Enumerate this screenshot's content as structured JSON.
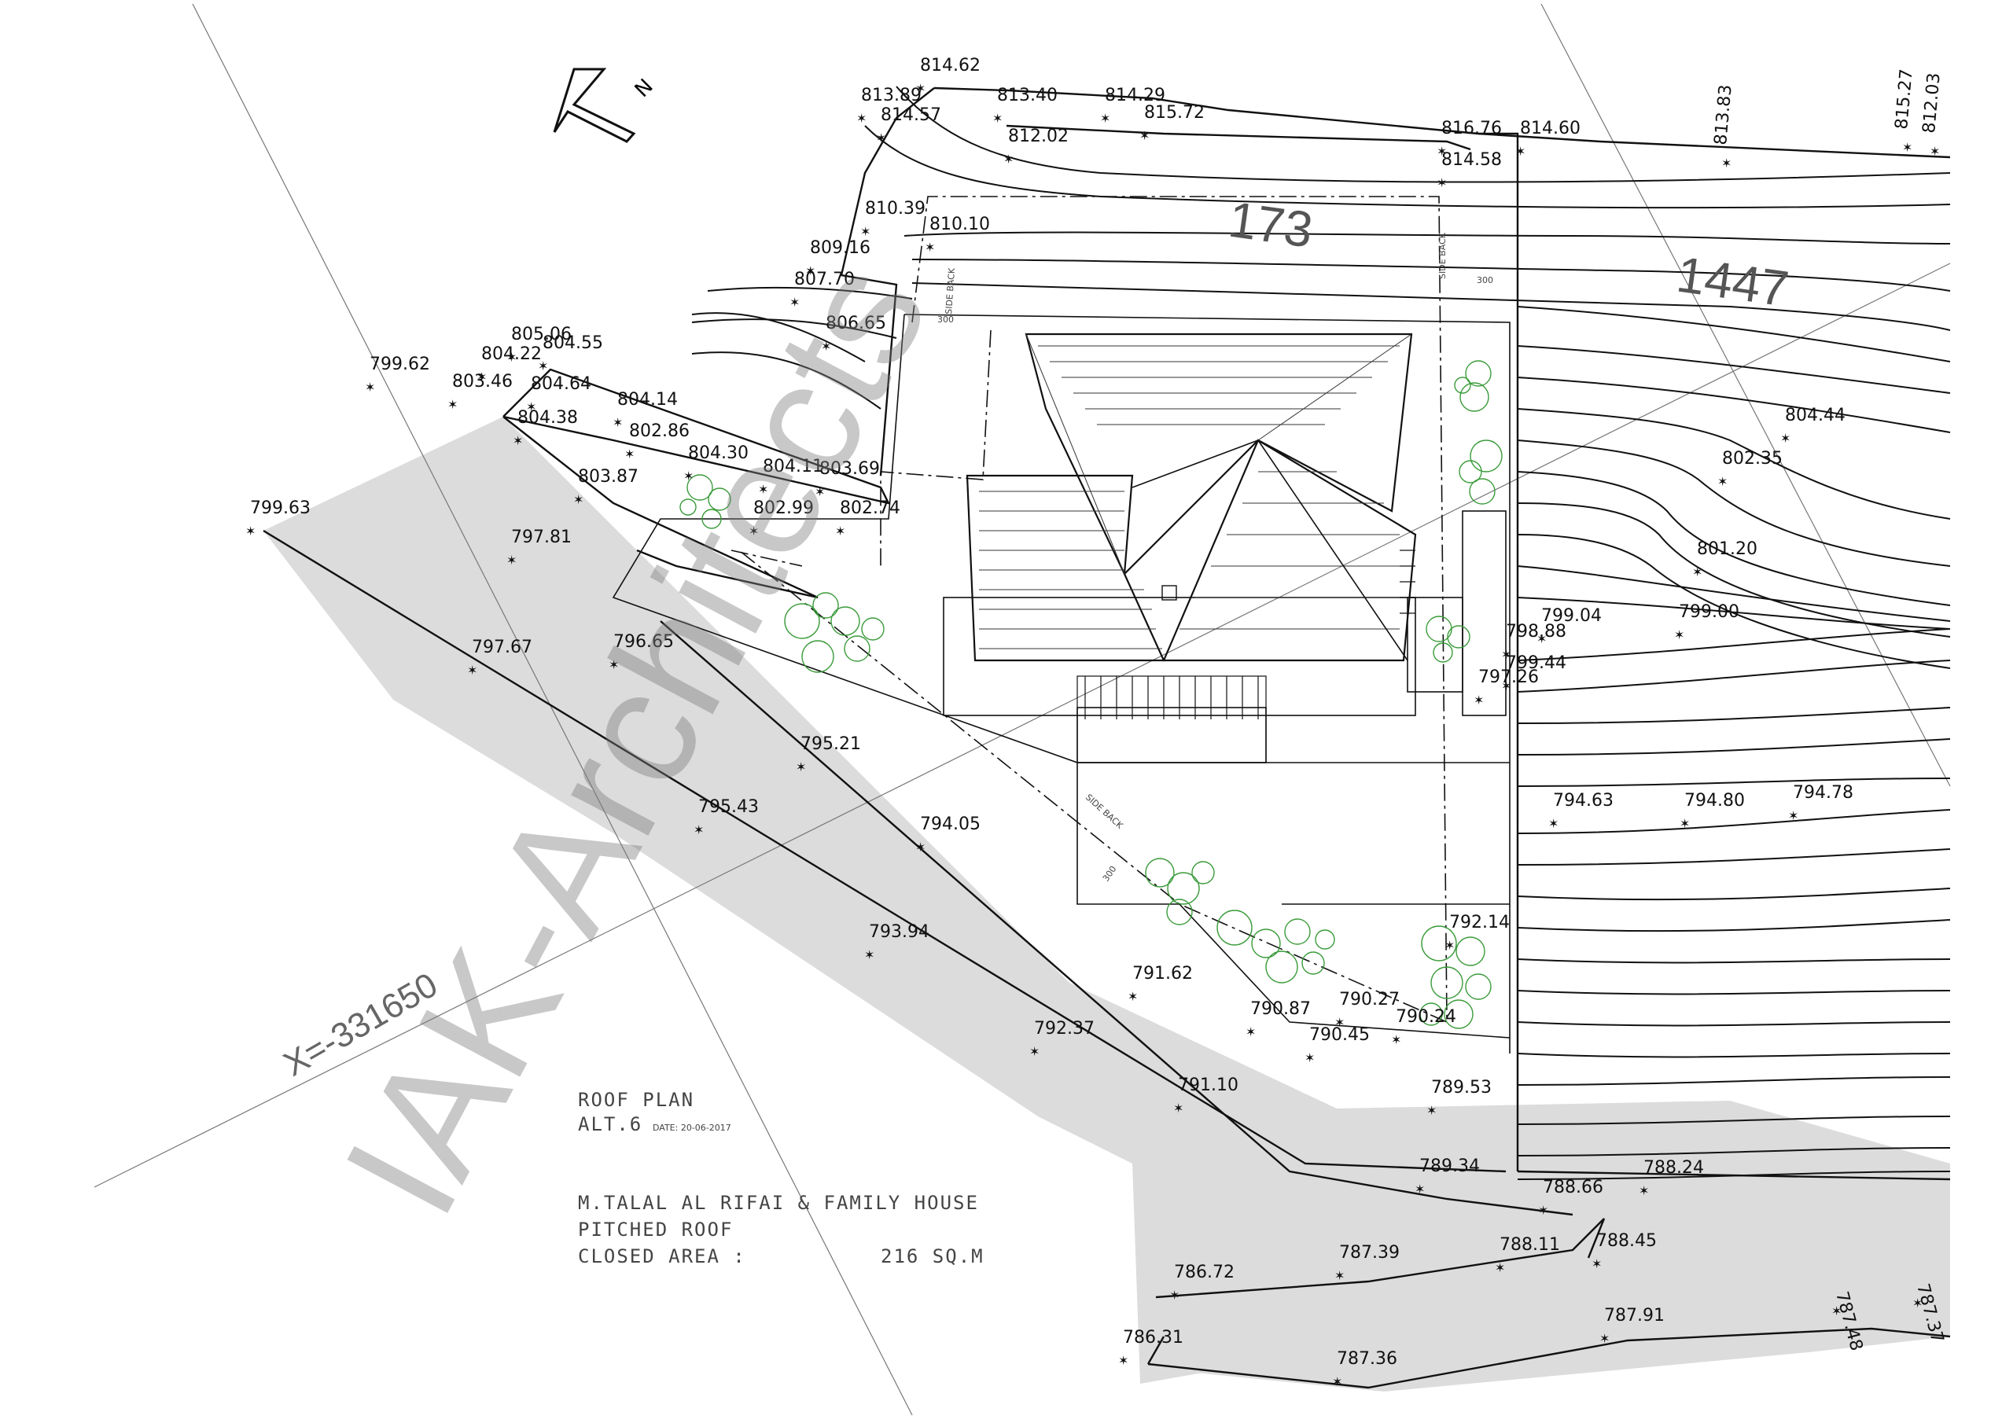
{
  "drawing": {
    "title": "ROOF PLAN",
    "alt": "ALT.6",
    "date": "DATE: 20-06-2017",
    "project": "M.TALAL AL RIFAI & FAMILY HOUSE",
    "roof_type": "PITCHED ROOF",
    "closed_area_label": "CLOSED AREA :",
    "closed_area_value": "216 SQ.M",
    "watermark": "IAK-Architects",
    "coordinate_line": "X=-331650",
    "plot_173": "173",
    "plot_1447": "1447",
    "north_label": "N",
    "setback_label": "SIDE BACK",
    "setback_distance": "300"
  },
  "elevations": [
    "814.62",
    "813.89",
    "814.57",
    "813.40",
    "814.29",
    "815.72",
    "812.02",
    "816.76",
    "814.60",
    "814.58",
    "813.83",
    "815.27",
    "812.03",
    "810.39",
    "810.10",
    "809.16",
    "807.70",
    "806.65",
    "805.06",
    "804.22",
    "804.55",
    "799.62",
    "803.46",
    "804.64",
    "804.14",
    "804.38",
    "802.86",
    "804.30",
    "804.11",
    "803.69",
    "803.87",
    "802.99",
    "802.74",
    "799.63",
    "797.81",
    "797.67",
    "796.65",
    "795.21",
    "795.43",
    "794.05",
    "793.94",
    "792.37",
    "791.10",
    "791.62",
    "790.87",
    "790.27",
    "790.45",
    "790.24",
    "789.53",
    "792.14",
    "804.44",
    "802.35",
    "801.20",
    "799.04",
    "799.00",
    "798.88",
    "799.44",
    "797.26",
    "794.63",
    "794.80",
    "794.78",
    "789.34",
    "788.66",
    "788.11",
    "788.45",
    "788.24",
    "787.39",
    "786.72",
    "786.31",
    "787.36",
    "787.91",
    "787.48",
    "787.37"
  ]
}
